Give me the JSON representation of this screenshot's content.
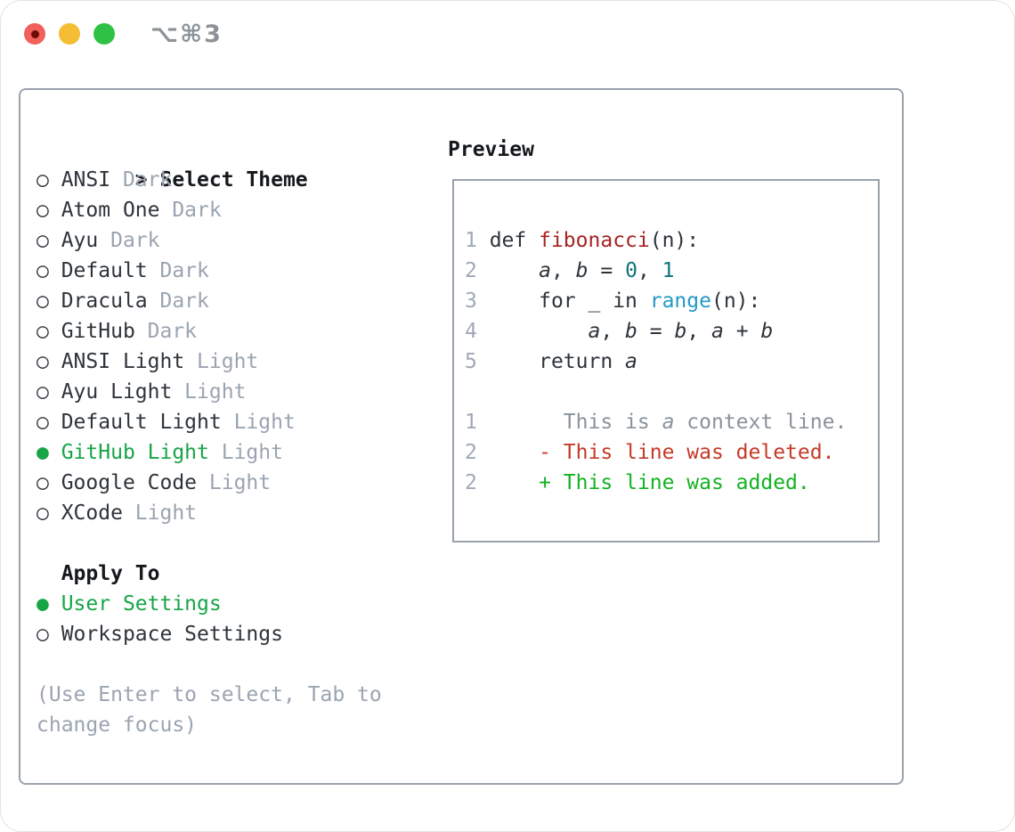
{
  "window": {
    "title": "⌥⌘3",
    "traffic_lights": [
      "close",
      "minimize",
      "zoom"
    ]
  },
  "icons": {
    "radio": "○",
    "radio_selected": "●",
    "prompt": ">"
  },
  "theme_panel": {
    "prompt": ">",
    "title": "Select Theme",
    "themes": [
      {
        "name": "ANSI",
        "tag": "Dark",
        "selected": false
      },
      {
        "name": "Atom One",
        "tag": "Dark",
        "selected": false
      },
      {
        "name": "Ayu",
        "tag": "Dark",
        "selected": false
      },
      {
        "name": "Default",
        "tag": "Dark",
        "selected": false
      },
      {
        "name": "Dracula",
        "tag": "Dark",
        "selected": false
      },
      {
        "name": "GitHub",
        "tag": "Dark",
        "selected": false
      },
      {
        "name": "ANSI Light",
        "tag": "Light",
        "selected": false
      },
      {
        "name": "Ayu Light",
        "tag": "Light",
        "selected": false
      },
      {
        "name": "Default Light",
        "tag": "Light",
        "selected": false
      },
      {
        "name": "GitHub Light",
        "tag": "Light",
        "selected": true
      },
      {
        "name": "Google Code",
        "tag": "Light",
        "selected": false
      },
      {
        "name": "XCode",
        "tag": "Light",
        "selected": false
      }
    ],
    "apply_to": {
      "title": "Apply To",
      "options": [
        {
          "name": "User Settings",
          "selected": true
        },
        {
          "name": "Workspace Settings",
          "selected": false
        }
      ]
    },
    "hint": "(Use Enter to select, Tab to\nchange focus)"
  },
  "preview": {
    "title": "Preview",
    "lines": [
      {
        "num": "1",
        "tokens": [
          [
            "p",
            " def "
          ],
          [
            "fn",
            "fibonacci"
          ],
          [
            "p",
            "(n):"
          ]
        ]
      },
      {
        "num": "2",
        "tokens": [
          [
            "p",
            "     "
          ],
          [
            "v",
            "a"
          ],
          [
            "p",
            ", "
          ],
          [
            "v",
            "b"
          ],
          [
            "p",
            " = "
          ],
          [
            "nm",
            "0"
          ],
          [
            "p",
            ", "
          ],
          [
            "nm",
            "1"
          ]
        ]
      },
      {
        "num": "3",
        "tokens": [
          [
            "p",
            "     for _ in "
          ],
          [
            "cl",
            "range"
          ],
          [
            "p",
            "(n):"
          ]
        ]
      },
      {
        "num": "4",
        "tokens": [
          [
            "p",
            "         "
          ],
          [
            "v",
            "a"
          ],
          [
            "p",
            ", "
          ],
          [
            "v",
            "b"
          ],
          [
            "p",
            " = "
          ],
          [
            "v",
            "b"
          ],
          [
            "p",
            ", "
          ],
          [
            "v",
            "a"
          ],
          [
            "p",
            " + "
          ],
          [
            "v",
            "b"
          ]
        ]
      },
      {
        "num": "5",
        "tokens": [
          [
            "p",
            "     return "
          ],
          [
            "v",
            "a"
          ]
        ]
      },
      {
        "num": "",
        "tokens": []
      },
      {
        "num": "1",
        "tokens": [
          [
            "ctx",
            "       This is "
          ],
          [
            "ctxv",
            "a"
          ],
          [
            "ctx",
            " context line."
          ]
        ]
      },
      {
        "num": "2",
        "tokens": [
          [
            "p",
            "     "
          ],
          [
            "del",
            "- This line was deleted."
          ]
        ]
      },
      {
        "num": "2",
        "tokens": [
          [
            "p",
            "     "
          ],
          [
            "add",
            "+ This line was added."
          ]
        ]
      }
    ]
  },
  "colors": {
    "text_dark": "#2e343b",
    "header_dark": "#15181d",
    "muted": "#9aa4b1",
    "linenum": "#9fa9b5",
    "context": "#8a929b",
    "selected_green": "#17a546",
    "added_green": "#13b322",
    "deleted_red": "#c53a28",
    "function_red": "#a82323",
    "number_teal": "#0e747d",
    "call_blue": "#2499c7",
    "panel_border": "#9aa2ac",
    "traffic_red": "#f1605a",
    "traffic_yellow": "#f5bd33",
    "traffic_green": "#2fc144",
    "unsaved_dot": "#6b0d05",
    "titlebar_text": "#8b9298"
  }
}
